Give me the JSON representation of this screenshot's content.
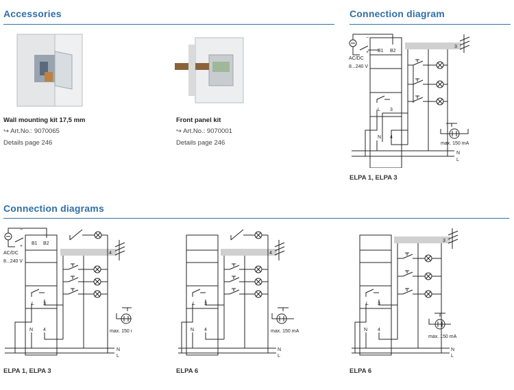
{
  "accessories": {
    "heading": "Accessories",
    "items": [
      {
        "title": "Wall mounting kit 17,5 mm",
        "artno": "↪ Art.No.: 9070065",
        "details": "Details page 246"
      },
      {
        "title": "Front panel kit",
        "artno": "↪ Art.No.: 9070001",
        "details": "Details page 246"
      }
    ]
  },
  "connection_diagram": {
    "heading": "Connection diagram",
    "caption": "ELPA 1, ELPA 3"
  },
  "connection_diagrams": {
    "heading": "Connection diagrams",
    "captions": [
      "ELPA 1, ELPA 3",
      "ELPA 6",
      "ELPA 6"
    ]
  },
  "labels": {
    "acdc": "AC/DC",
    "voltage": "8...240 V",
    "max_current": "max. 150 mA",
    "terminal_b1": "B1",
    "terminal_b2": "B2",
    "terminal_l": "L",
    "terminal_3": "3",
    "terminal_n": "N",
    "terminal_4": "4",
    "bus_3": "3",
    "bus_4": "4",
    "line_n": "N",
    "line_l": "L",
    "minus": "−",
    "plus": "+"
  },
  "colors": {
    "heading": "#2f6fa8",
    "bus_bar": "#d0d0d0",
    "wire": "#222222"
  }
}
